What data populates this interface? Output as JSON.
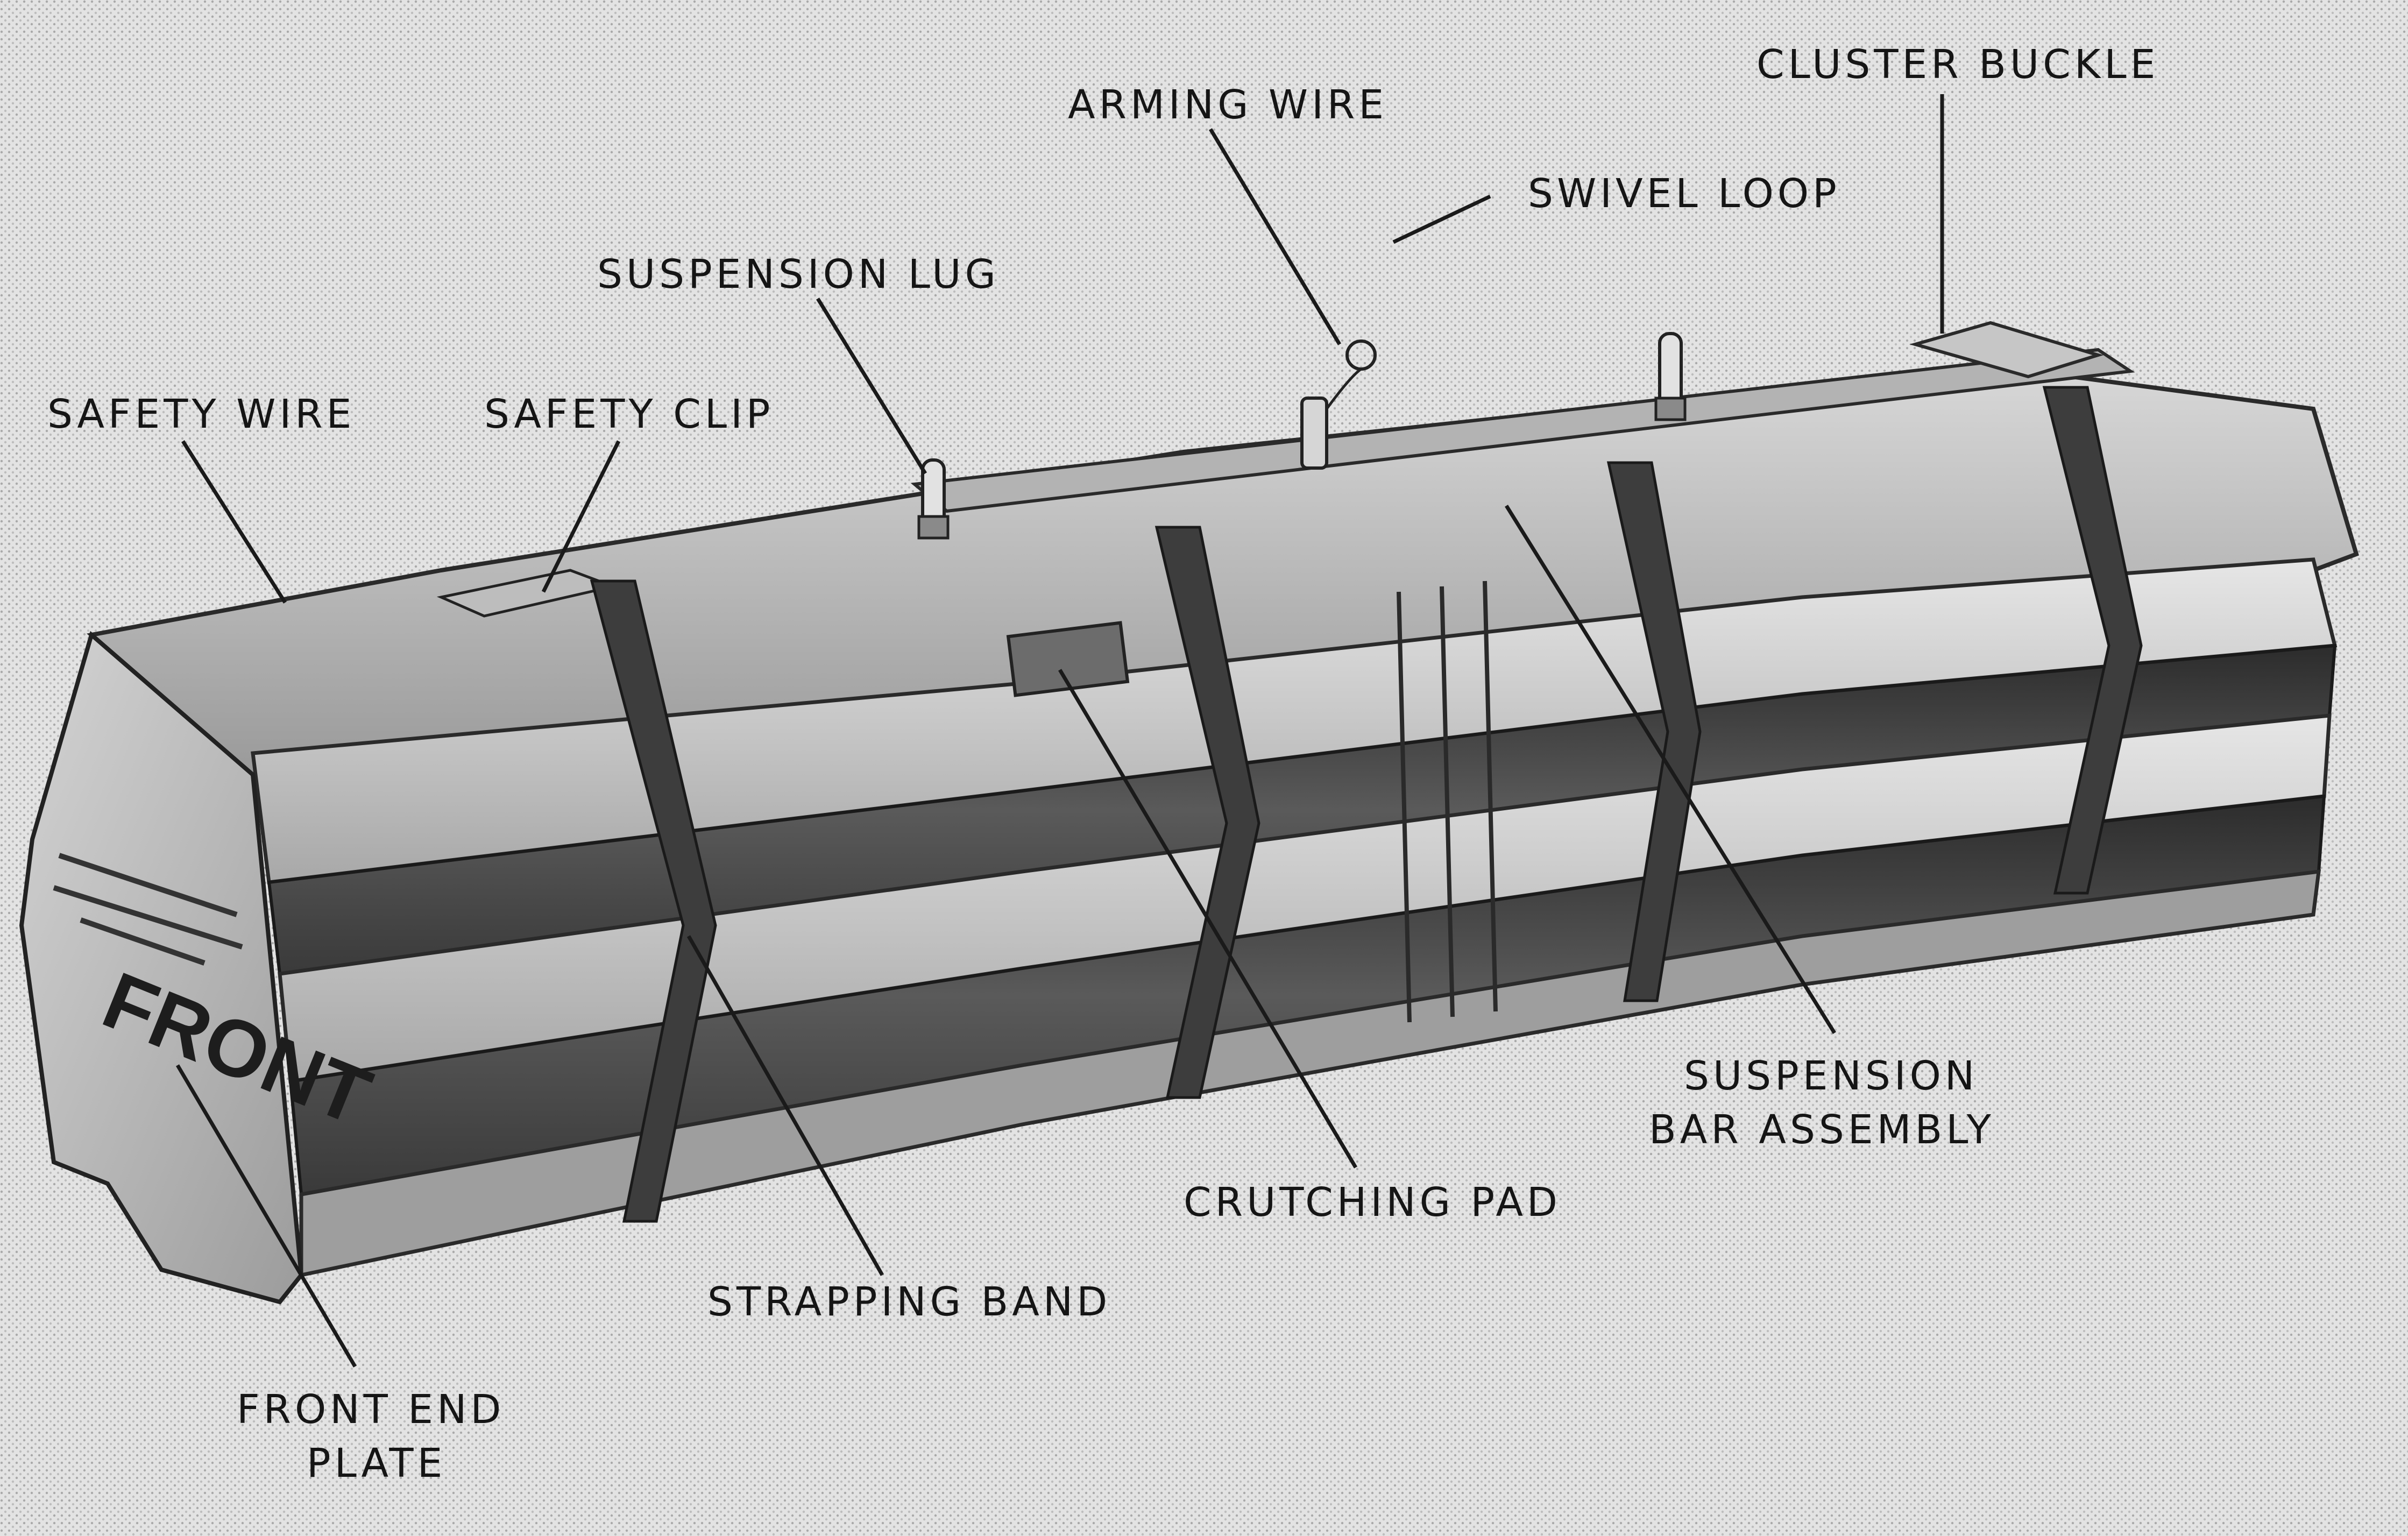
{
  "labels": {
    "arming_wire": "ARMING WIRE",
    "cluster_buckle": "CLUSTER BUCKLE",
    "swivel_loop": "SWIVEL LOOP",
    "suspension_lug": "SUSPENSION LUG",
    "safety_wire": "SAFETY WIRE",
    "safety_clip": "SAFETY CLIP",
    "suspension_bar_assembly_line1": "SUSPENSION",
    "suspension_bar_assembly_line2": "BAR ASSEMBLY",
    "crutching_pad": "CRUTCHING PAD",
    "strapping_band": "STRAPPING BAND",
    "front_end_plate_line1": "FRONT END",
    "front_end_plate_line2": "PLATE"
  },
  "front_marking": "FRONT",
  "colors": {
    "background": "#dcdcdc",
    "ink": "#151515",
    "metal_light": "#c8c8c8",
    "metal_mid": "#8e8e8e",
    "metal_dark": "#3a3a3a"
  }
}
